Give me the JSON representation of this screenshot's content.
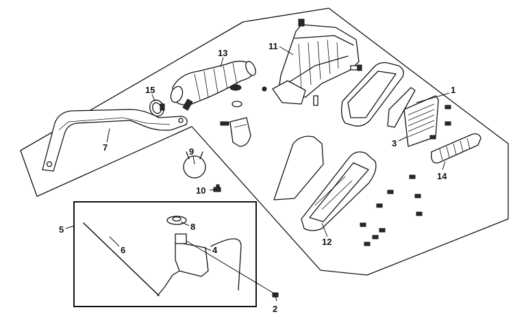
{
  "diagram": {
    "callouts": {
      "p1": "1",
      "p2": "2",
      "p3": "3",
      "p4": "4",
      "p5": "5",
      "p6": "6",
      "p7": "7",
      "p8": "8",
      "p9": "9",
      "p10": "10",
      "p11": "11",
      "p12": "12",
      "p13": "13",
      "p14": "14",
      "p15": "15"
    }
  }
}
